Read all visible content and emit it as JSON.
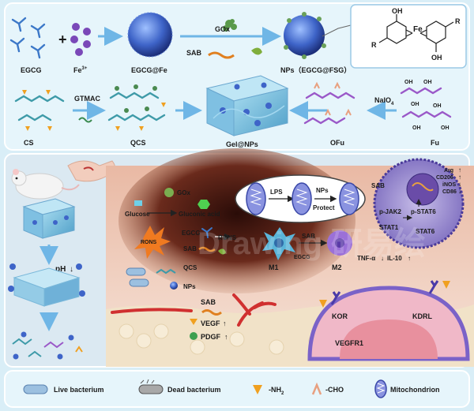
{
  "top_panel": {
    "row1": {
      "egcg": "EGCG",
      "fe": "Fe",
      "fe_charge": "3+",
      "egcg_fe": "EGCG@Fe",
      "gox": "GOx",
      "sab": "SAB",
      "nps": "NPs（EGCG@FSG）",
      "chem_fe": "Fe",
      "chem_oh_top": "OH",
      "chem_oh_bottom": "OH",
      "chem_r_left": "R",
      "chem_r_right": "R"
    },
    "row2": {
      "cs": "CS",
      "gtmac": "GTMAC",
      "qcs": "QCS",
      "gel": "Gel@NPs",
      "ofu": "OFu",
      "naio4": "NaIO",
      "naio4_sub": "4",
      "fu": "Fu"
    }
  },
  "bottom_panel": {
    "ph": "pH",
    "glucose": "Glucose",
    "gluconic_acid": "Gluconic acid",
    "gox": "GOx",
    "rons_burst": "RONS",
    "egcg": "EGCG",
    "rons": "RONS",
    "sab": "SAB",
    "qcs": "QCS",
    "nps": "NPs",
    "lps": "LPS",
    "nps_protect_1": "NPs",
    "nps_protect_2": "Protect",
    "m1": "M1",
    "m2": "M2",
    "sab_mac": "SAB",
    "egcg_mac": "EGCG",
    "tnf": "TNF-α",
    "il10": "IL-10",
    "sab_vessel": "SAB",
    "vegf": "VEGF",
    "pdgf": "PDGF",
    "sab_cell": "SAB",
    "pjak2": "p-JAK2",
    "stat1": "STAT1",
    "pstat6": "p-STAT6",
    "stat6": "STAT6",
    "arg": "Arg",
    "cd206": "CD206",
    "inos": "iNOS",
    "cd86": "CD86",
    "kor": "KOR",
    "kdrl": "KDRL",
    "vegfr1": "VEGFR1",
    "watermark": "Drawing 研易绘"
  },
  "legend": {
    "live": "Live bacterium",
    "dead": "Dead bacterium",
    "nh2": "-NH",
    "nh2_sub": "2",
    "cho": "-CHO",
    "mito": "Mitochondrion"
  },
  "colors": {
    "up_arrow": "#e02020",
    "down_arrow": "#2060d0",
    "panel_border": "#ffffff",
    "nanoparticle": "#3e64c8"
  }
}
